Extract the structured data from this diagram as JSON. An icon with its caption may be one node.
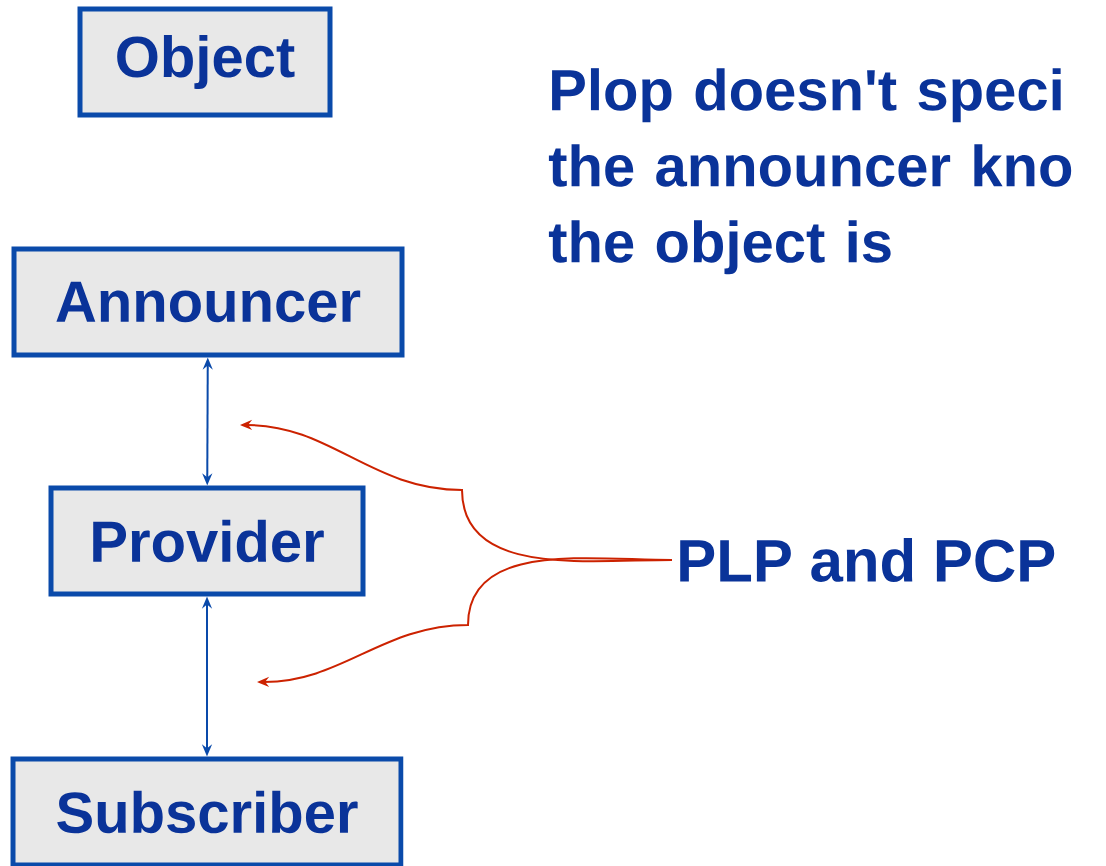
{
  "diagram": {
    "nodes": [
      {
        "text": [
          "Object"
        ]
      },
      {
        "text": [
          "Announcer"
        ]
      },
      {
        "text": [
          "Provider"
        ]
      },
      {
        "text": [
          "Subscriber"
        ]
      },
      {
        "text": [
          "PLP and PCP"
        ]
      }
    ],
    "edges": [
      {
        "from": 1,
        "to": 2,
        "arrow": "both"
      },
      {
        "from": 2,
        "to": 3,
        "arrow": "both"
      },
      {
        "from": 4,
        "to": null,
        "arrow": "to",
        "color": "#cc2200"
      },
      {
        "from": 4,
        "to": null,
        "arrow": "to",
        "color": "#cc2200"
      }
    ],
    "labels": [
      "Plop doesn't speci the announcer kno the object is"
    ]
  }
}
